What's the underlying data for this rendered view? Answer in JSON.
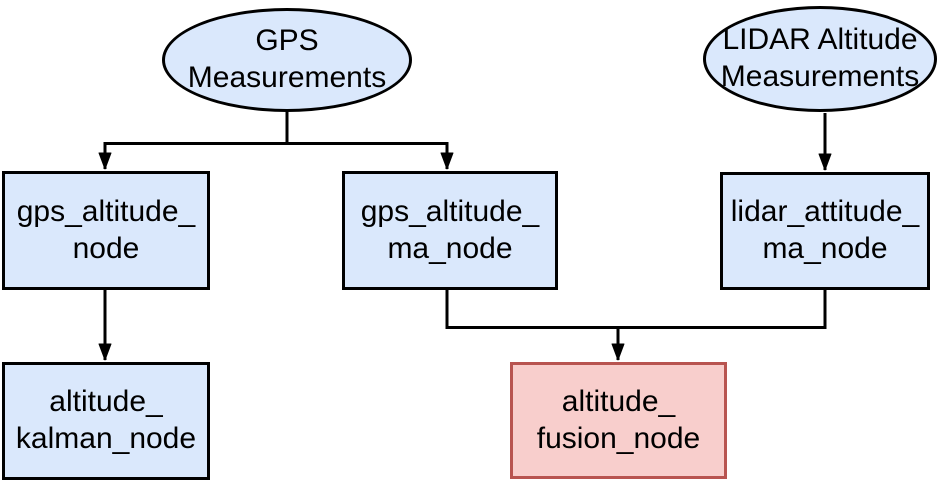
{
  "nodes": [
    {
      "id": "gps_measurements",
      "label": "GPS\nMeasurements",
      "shape": "ellipse",
      "fill": "#dae8fc",
      "stroke": "#000000"
    },
    {
      "id": "lidar_altitude_measurements",
      "label": "LIDAR Altitude\nMeasurements",
      "shape": "ellipse",
      "fill": "#dae8fc",
      "stroke": "#000000"
    },
    {
      "id": "gps_altitude_node",
      "label": "gps_altitude_\nnode",
      "shape": "rect",
      "fill": "#dae8fc",
      "stroke": "#000000"
    },
    {
      "id": "gps_altitude_ma_node",
      "label": "gps_altitude_\nma_node",
      "shape": "rect",
      "fill": "#dae8fc",
      "stroke": "#000000"
    },
    {
      "id": "lidar_attitude_ma_node",
      "label": "lidar_attitude_\nma_node",
      "shape": "rect",
      "fill": "#dae8fc",
      "stroke": "#000000"
    },
    {
      "id": "altitude_kalman_node",
      "label": "altitude_\nkalman_node",
      "shape": "rect",
      "fill": "#dae8fc",
      "stroke": "#000000"
    },
    {
      "id": "altitude_fusion_node",
      "label": "altitude_\nfusion_node",
      "shape": "rect",
      "fill": "#f8cecc",
      "stroke": "#b85450"
    }
  ],
  "edges": [
    {
      "from": "gps_measurements",
      "to": "gps_altitude_node"
    },
    {
      "from": "gps_measurements",
      "to": "gps_altitude_ma_node"
    },
    {
      "from": "lidar_altitude_measurements",
      "to": "lidar_attitude_ma_node"
    },
    {
      "from": "gps_altitude_node",
      "to": "altitude_kalman_node"
    },
    {
      "from": "gps_altitude_ma_node",
      "to": "altitude_fusion_node"
    },
    {
      "from": "lidar_attitude_ma_node",
      "to": "altitude_fusion_node"
    }
  ],
  "colors": {
    "background": "#ffffff",
    "node_fill_blue": "#dae8fc",
    "node_fill_red": "#f8cecc",
    "node_stroke_black": "#000000",
    "node_stroke_red": "#b85450",
    "edge": "#000000",
    "text": "#000000"
  }
}
